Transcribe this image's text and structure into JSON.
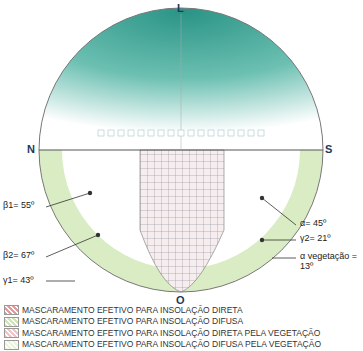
{
  "diagram": {
    "labels": [
      "L",
      "N",
      "S",
      "O",
      "β1= 55º",
      "β2= 67º",
      "γ1= 43º",
      "α= 45º",
      "γ2= 21º",
      "α vegetação = 13º"
    ],
    "legend": [
      {
        "text": "MASCARAMENTO EFETIVO PARA INSOLAÇÃO DIRETA",
        "color": "#e39a9a"
      },
      {
        "text": "MASCARAMENTO EFETIVO PARA INSOLAÇÃO DIFUSA",
        "color": "#cfe6b4"
      },
      {
        "text": "MASCARAMENTO EFETIVO PARA INSOLAÇÃO DIRETA PELA VEGETAÇÃO",
        "color": "#f2c4c4"
      },
      {
        "text": "MASCARAMENTO EFETIVO PARA INSOLAÇÃO DIFUSA PELA VEGETAÇÃO",
        "color": "#eaf5dc"
      }
    ]
  }
}
